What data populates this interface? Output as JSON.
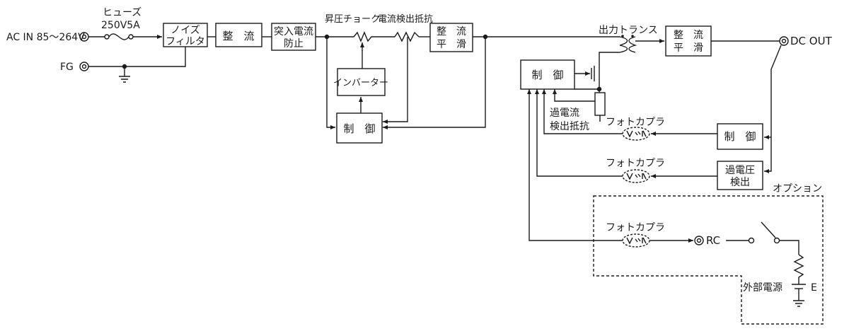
{
  "labels": {
    "ac_in": "AC IN 85～264V",
    "fg": "FG",
    "fuse_title": "ヒューズ",
    "fuse_rating": "250V5A",
    "noise_filter_l1": "ノイズ",
    "noise_filter_l2": "フィルタ",
    "rect1": "整　流",
    "inrush_l1": "突入電流",
    "inrush_l2": "防止",
    "boost_choke": "昇圧チョーク",
    "current_sense": "電流検出抵抗",
    "rect_smooth1_l1": "整　流",
    "rect_smooth1_l2": "平　滑",
    "inverter": "インバーター",
    "ctrl_pfc": "制　御",
    "out_transformer": "出力トランス",
    "rect_smooth2_l1": "整　流",
    "rect_smooth2_l2": "平　滑",
    "dc_out": "DC OUT",
    "ctrl_main": "制　御",
    "overcurrent_l1": "過電流",
    "overcurrent_l2": "検出抵抗",
    "photocoupler1": "フォトカプラ",
    "ctrl_fb": "制　御",
    "photocoupler2": "フォトカプラ",
    "ovp_l1": "過電圧",
    "ovp_l2": "検出",
    "option": "オプション",
    "photocoupler3": "フォトカプラ",
    "rc": "RC",
    "ext_power": "外部電源",
    "e": "E"
  },
  "colors": {
    "line": "#1a1a1a",
    "background": "#ffffff"
  }
}
